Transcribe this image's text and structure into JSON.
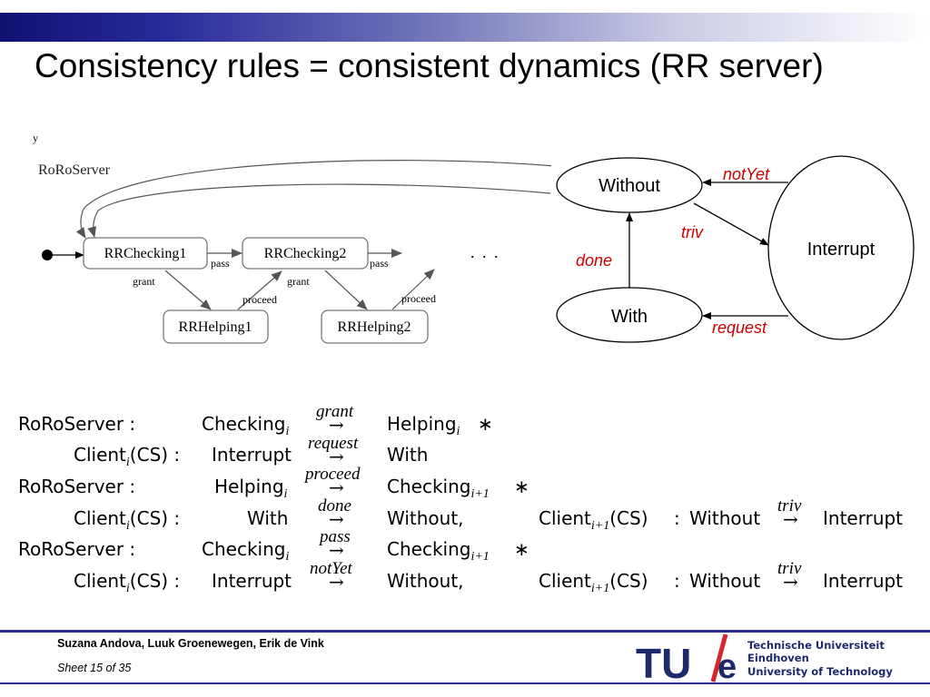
{
  "slide": {
    "title": "Consistency rules = consistent dynamics (RR server)"
  },
  "server_diagram": {
    "name": "RoRoServer",
    "states": [
      "RRChecking1",
      "RRChecking2",
      "RRHelping1",
      "RRHelping2"
    ],
    "labels": {
      "pass1": "pass",
      "pass2": "pass",
      "grant1": "grant",
      "grant2": "grant",
      "proceed1": "proceed",
      "proceed2": "proceed",
      "ellipsis": ". . ."
    }
  },
  "client_diagram": {
    "states": {
      "without": "Without",
      "interrupt": "Interrupt",
      "with": "With"
    },
    "labels": {
      "notYet": "notYet",
      "triv": "triv",
      "done": "done",
      "request": "request"
    },
    "label_color": "#cc0000"
  },
  "rules": [
    {
      "lhs": "RoRoServer :",
      "from": "Checking",
      "from_sub": "i",
      "act": "grant",
      "to": "Helping",
      "to_sub": "i",
      "star": "∗"
    },
    {
      "lhs": "Client",
      "lhs_sub": "i",
      "lhs_rest": "(CS) :",
      "from": "Interrupt",
      "act": "request",
      "to": "With"
    },
    {
      "lhs": "RoRoServer :",
      "from": "Helping",
      "from_sub": "i",
      "act": "proceed",
      "to": "Checking",
      "to_sub": "i+1",
      "star": "∗"
    },
    {
      "lhs": "Client",
      "lhs_sub": "i",
      "lhs_rest": "(CS) :",
      "from": "With",
      "act": "done",
      "to": "Without,",
      "extra": {
        "lhs": "Client",
        "lhs_sub": "i+1",
        "lhs_rest": "(CS)",
        "sep": ":",
        "from": "Without",
        "act": "triv",
        "to": "Interrupt"
      }
    },
    {
      "lhs": "RoRoServer :",
      "from": "Checking",
      "from_sub": "i",
      "act": "pass",
      "to": "Checking",
      "to_sub": "i+1",
      "star": "∗"
    },
    {
      "lhs": "Client",
      "lhs_sub": "i",
      "lhs_rest": "(CS) :",
      "from": "Interrupt",
      "act": "notYet",
      "to": "Without,",
      "extra": {
        "lhs": "Client",
        "lhs_sub": "i+1",
        "lhs_rest": "(CS)",
        "sep": ":",
        "from": "Without",
        "act": "triv",
        "to": "Interrupt"
      }
    }
  ],
  "arrow_glyph": "→",
  "footer": {
    "authors": "Suzana Andova, Luuk Groenewegen, Erik de Vink",
    "sheet": "Sheet 15 of  35",
    "logo_mark_tu": "TU",
    "logo_mark_e": "e",
    "logo_line1": "Technische Universiteit",
    "logo_line2": "Eindhoven",
    "logo_line3": "University of Technology"
  }
}
